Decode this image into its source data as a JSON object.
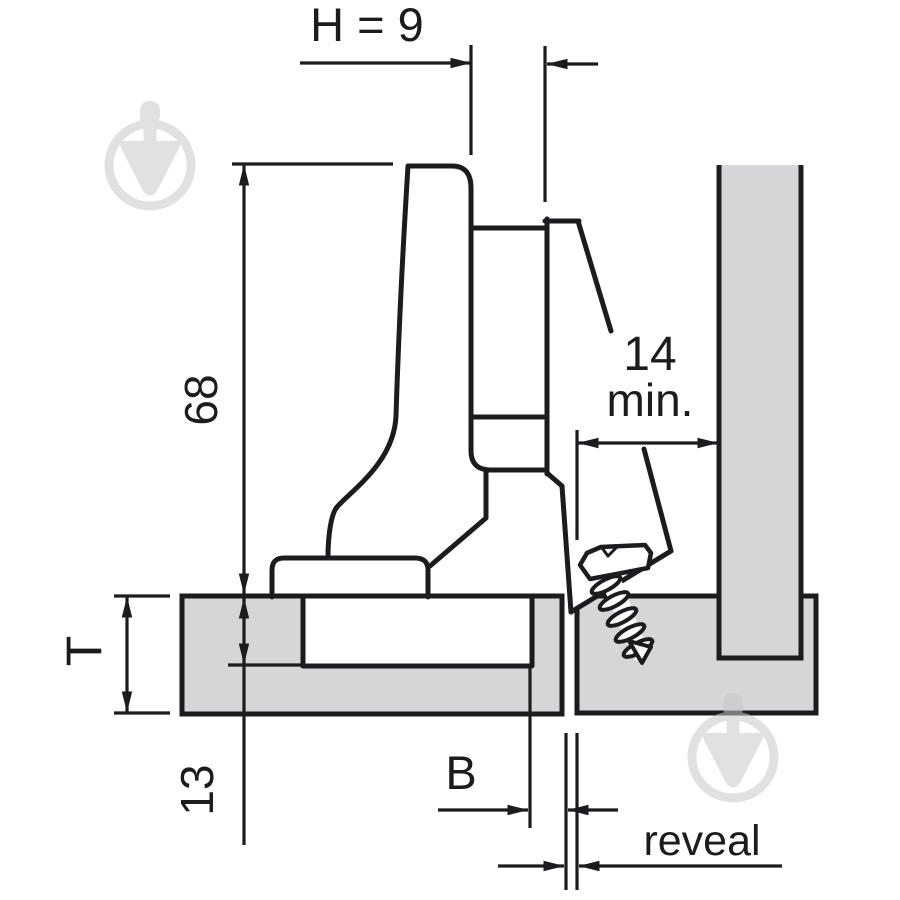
{
  "diagram": {
    "type": "hinge-installation-cross-section",
    "labels": {
      "plate_distance": "H = 9",
      "total_height": "68",
      "frame_depth_value": "14",
      "frame_depth_suffix": "min.",
      "door_thickness": "T",
      "drilling_depth": "13",
      "bore_distance": "B",
      "reveal": "reveal"
    },
    "colors": {
      "ink": "#1c1c1e",
      "panel_fill": "#d6d6d8",
      "watermark": "#c9c9cc",
      "background": "#ffffff"
    },
    "icons": {
      "watermark": "trowel-in-circle-watermark-icon"
    }
  }
}
